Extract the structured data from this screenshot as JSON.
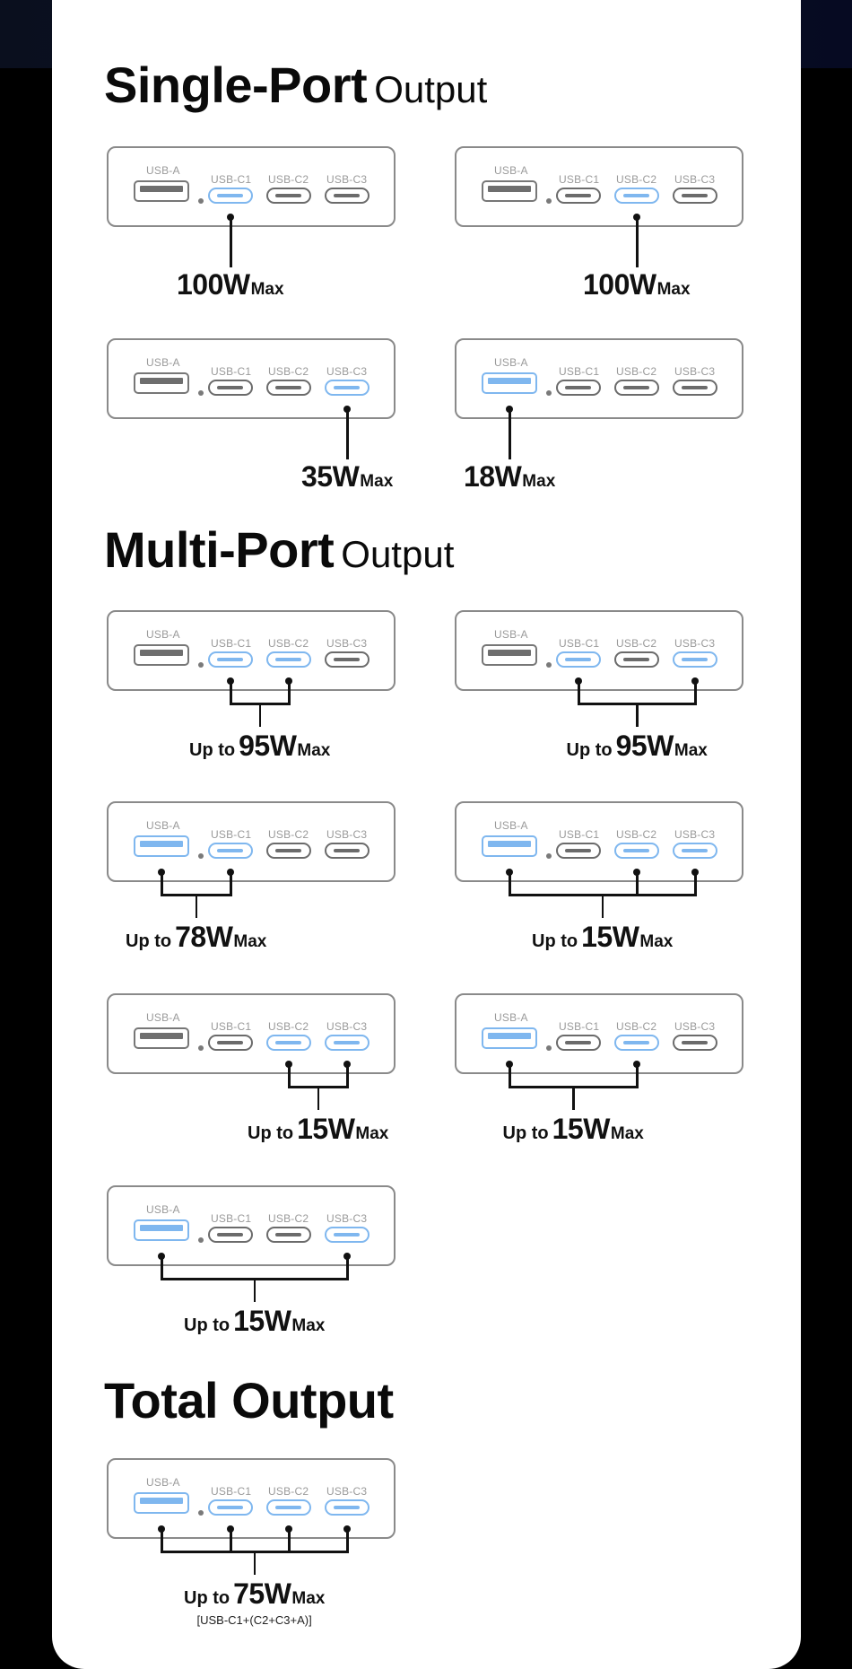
{
  "sections": [
    {
      "id": "single",
      "title_bold": "Single-Port",
      "title_light": "Output"
    },
    {
      "id": "multi",
      "title_bold": "Multi-Port",
      "title_light": "Output"
    },
    {
      "id": "total",
      "title_bold": "Total Output",
      "title_light": ""
    }
  ],
  "port_labels": [
    "USB-A",
    "USB-C1",
    "USB-C2",
    "USB-C3"
  ],
  "colors": {
    "active_port": "#7fb7ef",
    "inactive_port": "#6b6b6b",
    "device_border": "#8a8a8a",
    "wire": "#111111",
    "background": "#000000",
    "card": "#ffffff"
  },
  "unit_suffix": "Max",
  "diagrams": [
    {
      "section": "single",
      "active": [
        "USB-C1"
      ],
      "prefix": "",
      "value": "100W"
    },
    {
      "section": "single",
      "active": [
        "USB-C2"
      ],
      "prefix": "",
      "value": "100W"
    },
    {
      "section": "single",
      "active": [
        "USB-C3"
      ],
      "prefix": "",
      "value": "35W"
    },
    {
      "section": "single",
      "active": [
        "USB-A"
      ],
      "prefix": "",
      "value": "18W"
    },
    {
      "section": "multi",
      "active": [
        "USB-C1",
        "USB-C2"
      ],
      "prefix": "Up to",
      "value": "95W"
    },
    {
      "section": "multi",
      "active": [
        "USB-C1",
        "USB-C3"
      ],
      "prefix": "Up to",
      "value": "95W"
    },
    {
      "section": "multi",
      "active": [
        "USB-A",
        "USB-C1"
      ],
      "prefix": "Up to",
      "value": "78W"
    },
    {
      "section": "multi",
      "active": [
        "USB-A",
        "USB-C2",
        "USB-C3"
      ],
      "prefix": "Up to",
      "value": "15W"
    },
    {
      "section": "multi",
      "active": [
        "USB-C2",
        "USB-C3"
      ],
      "prefix": "Up to",
      "value": "15W"
    },
    {
      "section": "multi",
      "active": [
        "USB-A",
        "USB-C2"
      ],
      "prefix": "Up to",
      "value": "15W"
    },
    {
      "section": "multi",
      "active": [
        "USB-A",
        "USB-C3"
      ],
      "prefix": "Up to",
      "value": "15W"
    },
    {
      "section": "total",
      "active": [
        "USB-A",
        "USB-C1",
        "USB-C2",
        "USB-C3"
      ],
      "prefix": "Up to",
      "value": "75W",
      "note": "[USB-C1+(C2+C3+A)]"
    }
  ]
}
